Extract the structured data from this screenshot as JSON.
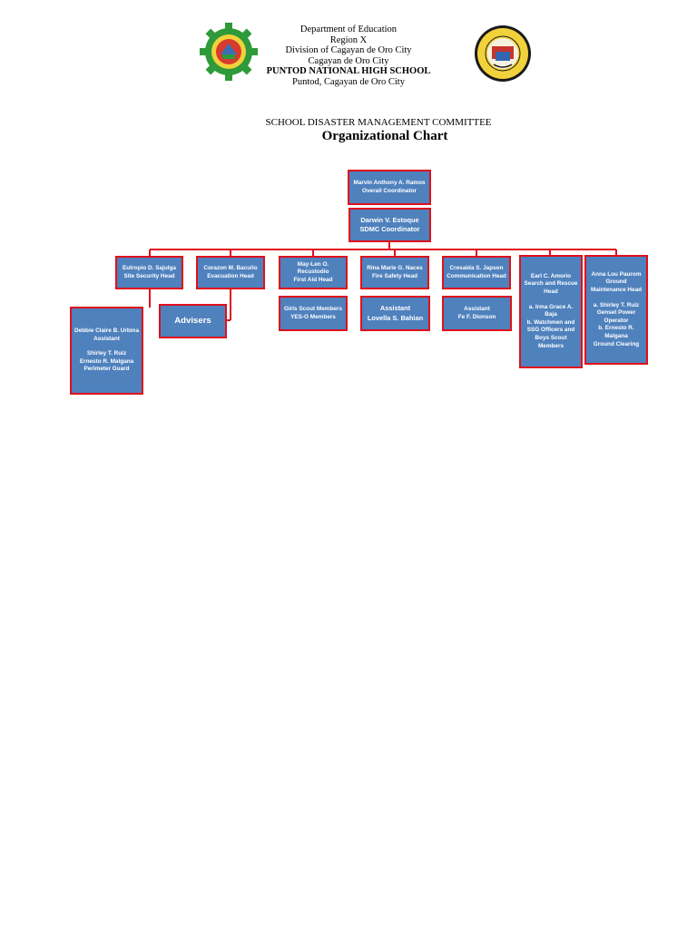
{
  "header": {
    "line1": "Department of Education",
    "line2": "Region X",
    "line3": "Division of Cagayan de Oro City",
    "line4": "Cagayan de Oro City",
    "school": "PUNTOD NATIONAL HIGH SCHOOL",
    "address": "Puntod, Cagayan de Oro City"
  },
  "committee": "SCHOOL DISASTER MANAGEMENT COMMITTEE",
  "chart_title": "Organizational Chart",
  "colors": {
    "box_fill": "#4f81bd",
    "box_border": "#e0101c",
    "connector": "#e0101c"
  },
  "chart": {
    "overall": {
      "name": "Marvin Anthony A. Ramos",
      "role": "Overall Coordinator"
    },
    "sdmc": {
      "name": "Darwin V. Estoque",
      "role": "SDMC Coordinator"
    },
    "site_security": {
      "name": "Eutropio D. Sajulga",
      "role": "Site Security Head"
    },
    "site_security_team": {
      "name": "Debbie Claire B. Urbina",
      "role": "Assistant",
      "member1": "Shirley T. Ruiz",
      "member2": "Ernesto R. Malgana",
      "member_role": "Perimeter Guard"
    },
    "evacuation": {
      "name": "Corazon M. Baculio",
      "role": "Evacuation Head"
    },
    "advisers": "Advisers",
    "first_aid": {
      "name": "May-Len O. Recustodio",
      "role": "First Aid Head"
    },
    "first_aid_team": {
      "line1": "Girls Scout Members",
      "line2": "YES-O Members"
    },
    "fire_safety": {
      "name": "Rina Marie G. Naces",
      "role": "Fire Safety Head"
    },
    "fire_safety_team": {
      "role": "Assistant",
      "name": "Lovella S. Bahian"
    },
    "communication": {
      "name": "Cresaida S. Japson",
      "role": "Communication Head"
    },
    "communication_team": {
      "role": "Assistant",
      "name": "Fe F. Dionson"
    },
    "search_rescue": {
      "name": "Earl C. Amorio",
      "role": "Search and Rescue Head",
      "member_a": "a. Irma Grace A. Baja",
      "member_b": "b. Watchmen and SSG Officers and Boys Scout Members"
    },
    "ground_maintenance": {
      "name": "Anna Lou Paurom",
      "role": "Ground Maintenance Head",
      "member_a": "a. Shirley T. Ruiz",
      "member_a_role": "Genset Power Operator",
      "member_b": "b. Ernesto R. Malgana",
      "member_b_role": "Ground Clearing"
    }
  }
}
